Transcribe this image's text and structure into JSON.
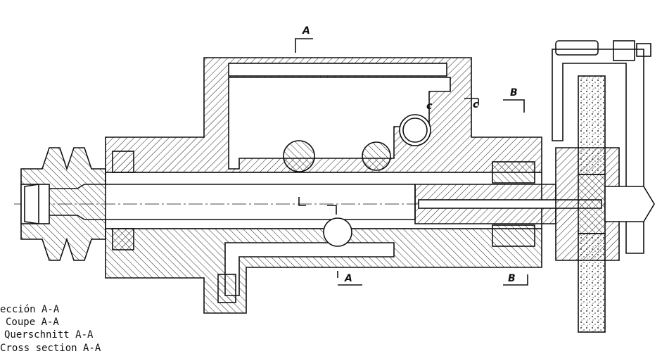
{
  "section_marks": {
    "a_top": "A",
    "a_bottom": "A",
    "b_top": "B",
    "b_bottom": "B",
    "c_left": "c",
    "c_right": "c"
  },
  "caption": {
    "spanish": "ección A-A",
    "french": "Coupe A-A",
    "german": "Querschnitt A-A",
    "english": "Cross section A-A"
  }
}
